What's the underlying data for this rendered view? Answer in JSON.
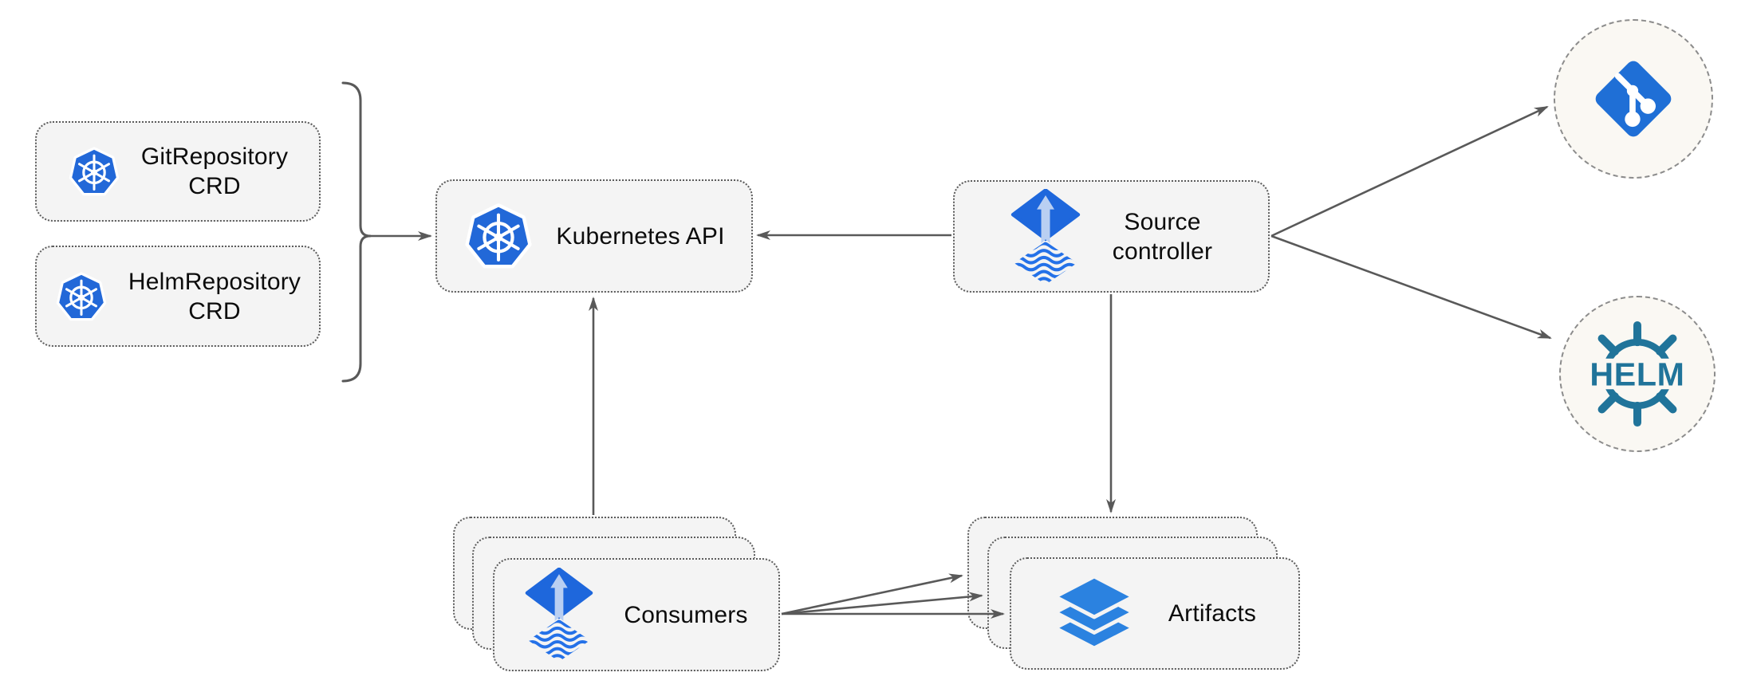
{
  "diagram": {
    "nodes": {
      "git_repo_crd": {
        "line1": "GitRepository",
        "line2": "CRD"
      },
      "helm_repo_crd": {
        "line1": "HelmRepository",
        "line2": "CRD"
      },
      "kubernetes_api": {
        "label": "Kubernetes API"
      },
      "source_controller": {
        "line1": "Source",
        "line2": "controller"
      },
      "consumers": {
        "label": "Consumers"
      },
      "artifacts": {
        "label": "Artifacts"
      },
      "git_repository": {
        "icon": "git-icon"
      },
      "helm_repository": {
        "icon": "helm-icon",
        "logo_text": "HELM"
      }
    },
    "edges": [
      {
        "from": "GitRepository CRD / HelmRepository CRD",
        "to": "Kubernetes API",
        "via": "brace"
      },
      {
        "from": "Source controller",
        "to": "Kubernetes API"
      },
      {
        "from": "Consumers",
        "to": "Kubernetes API"
      },
      {
        "from": "Source controller",
        "to": "Git repository"
      },
      {
        "from": "Source controller",
        "to": "Helm repository"
      },
      {
        "from": "Source controller",
        "to": "Artifacts"
      },
      {
        "from": "Consumers",
        "to": "Artifacts",
        "count": 3
      }
    ],
    "colors": {
      "kubernetes_blue": "#2268d8",
      "flux_diamond_blue": "#1e67dc",
      "flux_wave_blue": "#2471e8",
      "flux_arrow_light": "#b9cff2",
      "git_blue": "#1f6fd6",
      "helm_teal": "#20749a",
      "layers_blue": "#2b82e0",
      "node_fill": "#f4f4f4",
      "node_border": "#5c5c5c",
      "circle_fill": "#faf8f3",
      "circle_border": "#8c8c8c",
      "arrow_gray": "#595959",
      "background": "#ffffff"
    }
  }
}
